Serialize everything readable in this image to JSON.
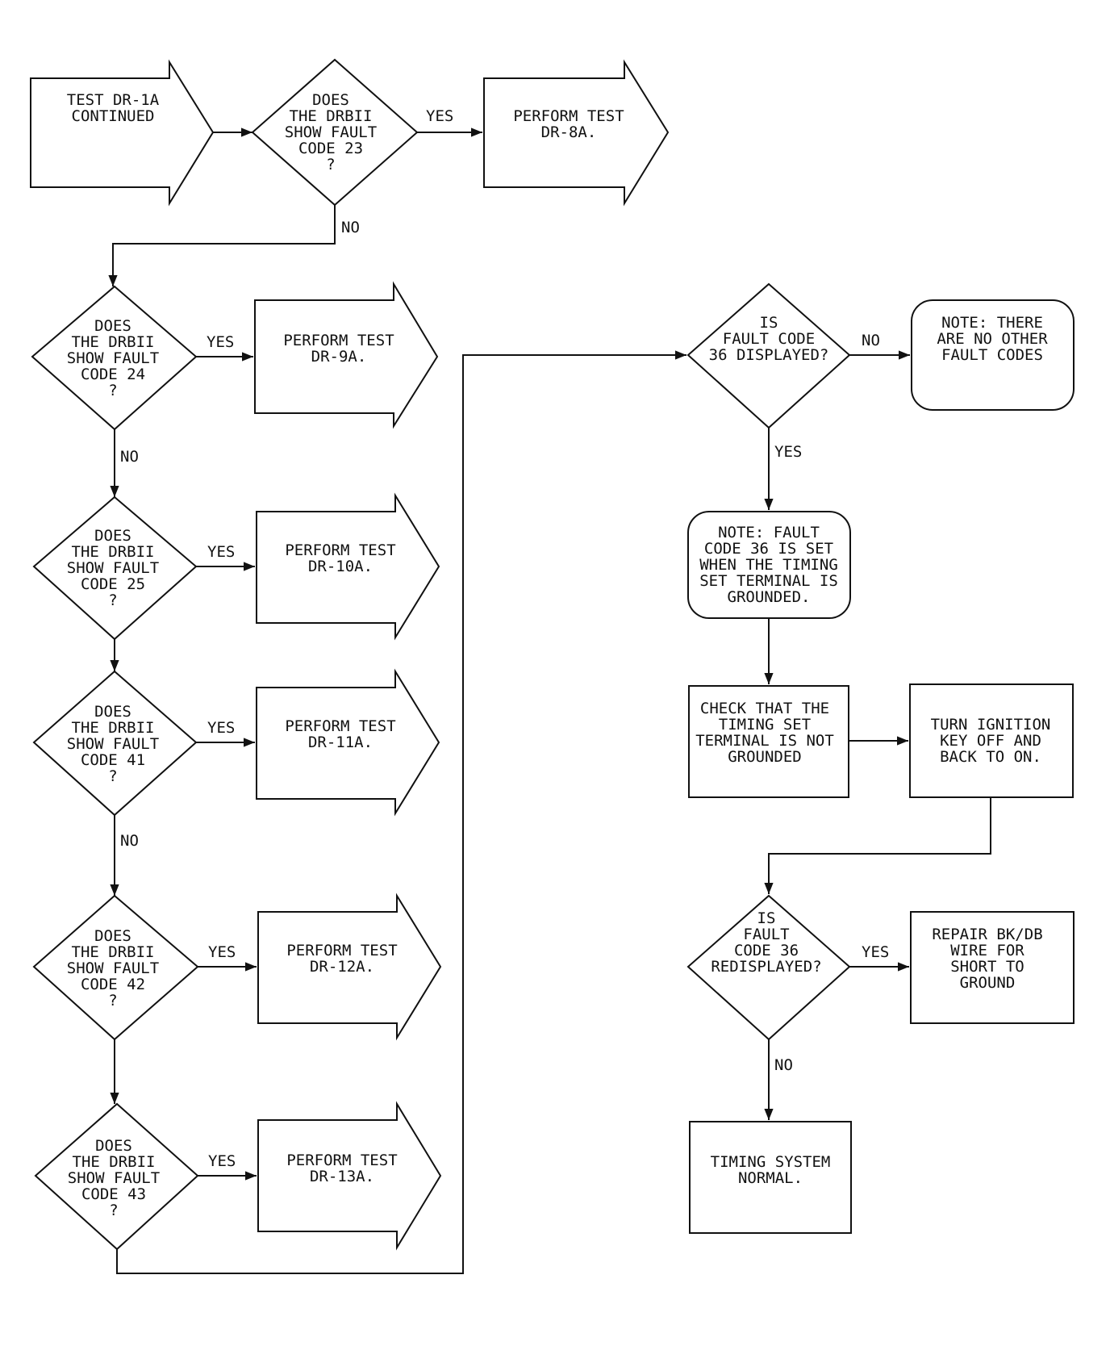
{
  "colors": {
    "ink": "#111111",
    "background": "#ffffff"
  },
  "nodes": {
    "start": [
      "TEST DR-1A",
      "CONTINUED"
    ],
    "d23": [
      "DOES",
      "THE DRBII",
      "SHOW FAULT",
      "CODE 23",
      "?"
    ],
    "p8a": [
      "PERFORM TEST",
      "DR-8A."
    ],
    "d24": [
      "DOES",
      "THE DRBII",
      "SHOW FAULT",
      "CODE 24",
      "?"
    ],
    "p9a": [
      "PERFORM TEST",
      "DR-9A."
    ],
    "d25": [
      "DOES",
      "THE DRBII",
      "SHOW FAULT",
      "CODE 25",
      "?"
    ],
    "p10a": [
      "PERFORM TEST",
      "DR-10A."
    ],
    "d41": [
      "DOES",
      "THE DRBII",
      "SHOW FAULT",
      "CODE 41",
      "?"
    ],
    "p11a": [
      "PERFORM TEST",
      "DR-11A."
    ],
    "d42": [
      "DOES",
      "THE DRBII",
      "SHOW FAULT",
      "CODE 42",
      "?"
    ],
    "p12a": [
      "PERFORM TEST",
      "DR-12A."
    ],
    "d43": [
      "DOES",
      "THE DRBII",
      "SHOW FAULT",
      "CODE 43",
      "?"
    ],
    "p13a": [
      "PERFORM TEST",
      "DR-13A."
    ],
    "d36": [
      "IS",
      "FAULT CODE",
      "36 DISPLAYED?"
    ],
    "noteOther": [
      "NOTE: THERE",
      "ARE NO OTHER",
      "FAULT CODES"
    ],
    "noteFault": [
      "NOTE: FAULT",
      "CODE 36 IS SET",
      "WHEN THE TIMING",
      "SET TERMINAL IS",
      "GROUNDED."
    ],
    "check": [
      "CHECK THAT THE",
      "TIMING SET",
      "TERMINAL IS NOT",
      "GROUNDED"
    ],
    "turn": [
      "TURN IGNITION",
      "KEY OFF AND",
      "BACK TO ON."
    ],
    "d36r": [
      "IS",
      "FAULT",
      "CODE 36",
      "REDISPLAYED?"
    ],
    "repair": [
      "REPAIR BK/DB",
      "WIRE FOR",
      "SHORT TO",
      "GROUND"
    ],
    "normal": [
      "TIMING SYSTEM",
      "NORMAL."
    ]
  },
  "labels": {
    "yes23": "YES",
    "no23": "NO",
    "yes24": "YES",
    "no24": "NO",
    "yes25": "YES",
    "yes41": "YES",
    "no41": "NO",
    "yes42": "YES",
    "yes43": "YES",
    "no36": "NO",
    "yes36": "YES",
    "yes36r": "YES",
    "no36r": "NO"
  }
}
